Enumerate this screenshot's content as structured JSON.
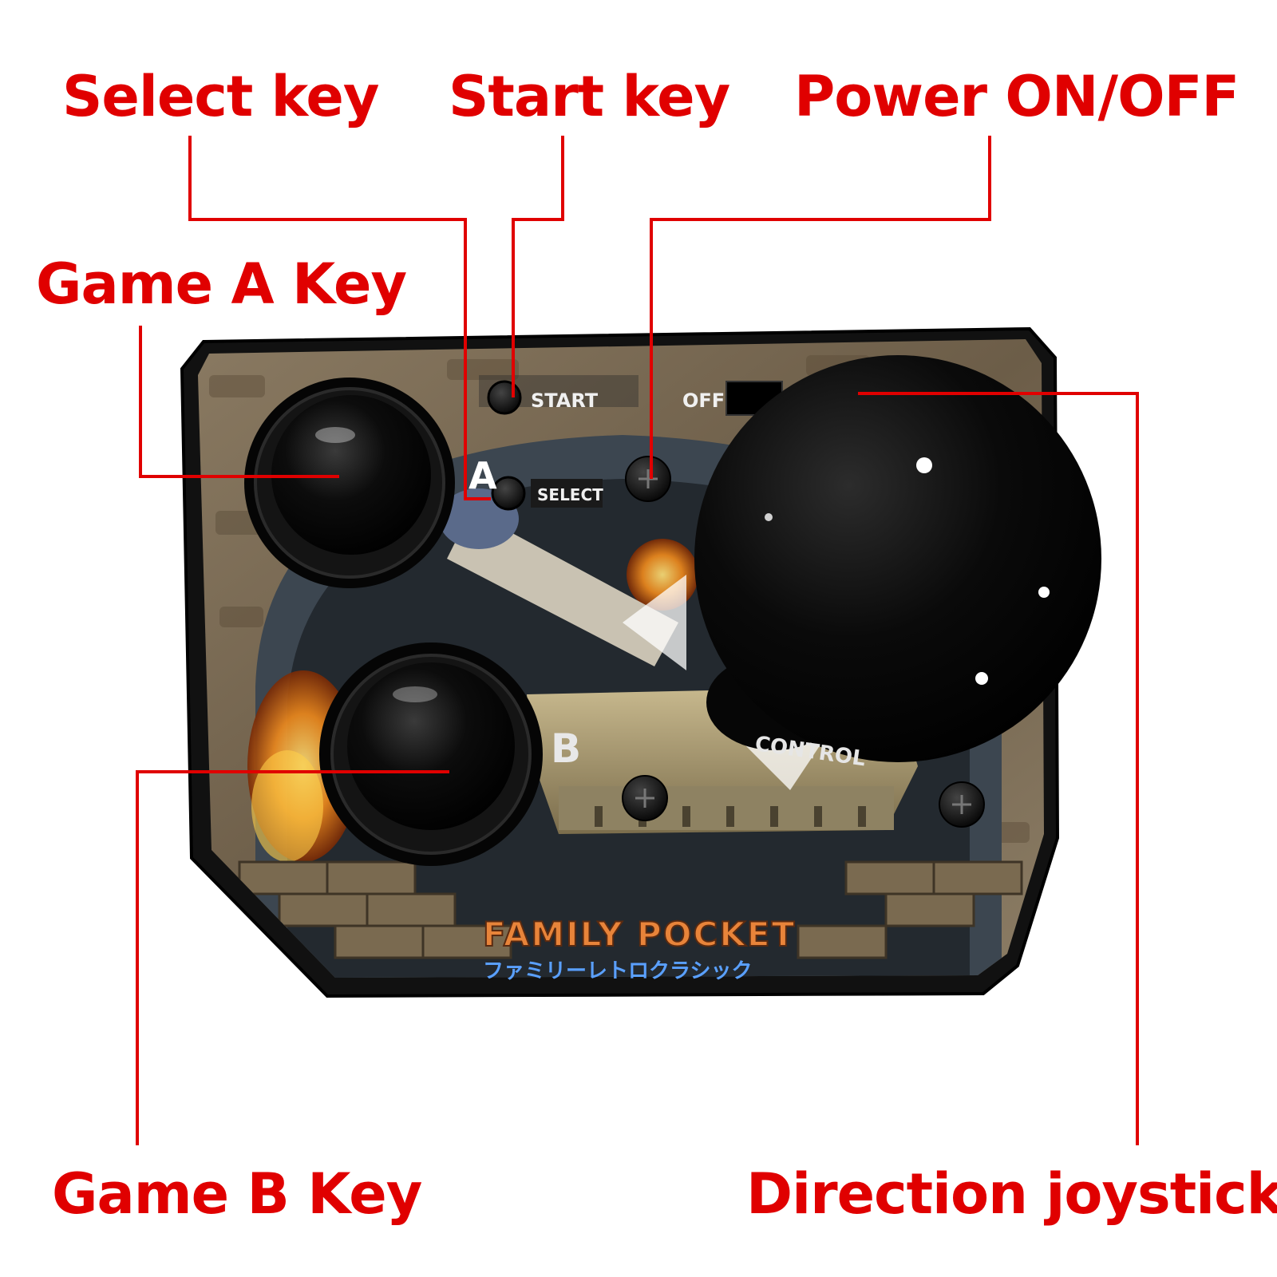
{
  "callouts": {
    "select_key": "Select key",
    "start_key": "Start key",
    "power": "Power ON/OFF",
    "game_a": "Game A Key",
    "game_b": "Game B Key",
    "joystick": "Direction joystick"
  },
  "panel_labels": {
    "start": "START",
    "off": "OFF",
    "select": "SELECT",
    "a": "A",
    "b": "B",
    "control": "CONTROL",
    "brand": "FAMILY POCKET",
    "brand_sub": "ファミリーレトロクラシック"
  },
  "colors": {
    "callout": "#e00000",
    "device_shell": "#111111",
    "button": "#050505"
  }
}
